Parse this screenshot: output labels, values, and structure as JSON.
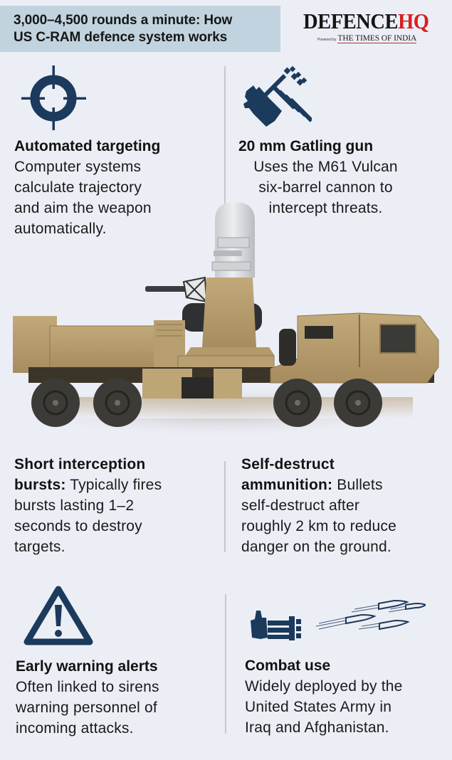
{
  "header": {
    "title_lines": [
      "3,000–4,500 rounds a minute: How",
      "US C-RAM defence system works"
    ],
    "banner_color": "#c1d3de"
  },
  "brand": {
    "name_part1": "DEFENCE",
    "name_part2": "HQ",
    "powered_by": "Powered by",
    "publisher": "THE TIMES OF INDIA",
    "accent_color": "#d91e1e"
  },
  "colors": {
    "background": "#eceef6",
    "icon_navy": "#1b3a5c",
    "divider": "#c6c8d0",
    "vehicle_tan": "#b59c6c"
  },
  "features": [
    {
      "icon": "crosshair-target-icon",
      "heading": "Automated targeting",
      "body_lines": [
        "Computer systems",
        "calculate trajectory",
        "and aim the weapon",
        "automatically."
      ]
    },
    {
      "icon": "gatling-gun-icon",
      "heading": "20 mm Gatling gun",
      "body_lines": [
        "Uses the M61 Vulcan",
        "six-barrel cannon to",
        "intercept threats."
      ]
    },
    {
      "heading_lines": [
        "Short interception",
        "bursts:"
      ],
      "body_first": " Typically fires",
      "body_lines": [
        "bursts lasting 1–2",
        "seconds to destroy",
        "targets."
      ]
    },
    {
      "heading_lines": [
        "Self-destruct",
        "ammunition:"
      ],
      "body_first": " Bullets",
      "body_lines": [
        "self-destruct after",
        "roughly 2 km to reduce",
        "danger on the ground."
      ]
    },
    {
      "icon": "warning-triangle-icon",
      "heading": "Early warning alerts",
      "body_lines": [
        "Often linked to sirens",
        "warning personnel of",
        "incoming attacks."
      ]
    },
    {
      "icon": "gatling-firing-bullets-icon",
      "heading": "Combat use",
      "body_lines": [
        "Widely deployed by the",
        "United States Army in",
        "Iraq and Afghanistan."
      ]
    }
  ],
  "illustration": {
    "subject": "C-RAM turret mounted on 8x8 military truck"
  }
}
